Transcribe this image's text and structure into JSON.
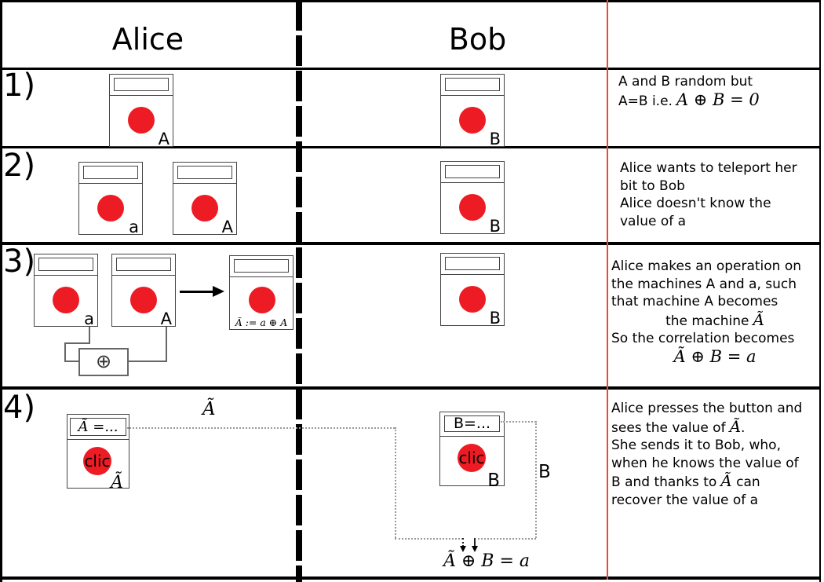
{
  "header": {
    "alice": "Alice",
    "bob": "Bob"
  },
  "rows": {
    "r1": {
      "num": "1)",
      "notes": {
        "line1": "A and B random but",
        "line2_text": "A=B i.e.",
        "line2_math": "A ⊕ B = 0"
      }
    },
    "r2": {
      "num": "2)",
      "notes": {
        "line1": "Alice wants to teleport her",
        "line2": "bit to Bob",
        "line3": "Alice doesn't know the",
        "line4": "value of a"
      }
    },
    "r3": {
      "num": "3)",
      "notes": {
        "line1": "Alice makes an operation on",
        "line2": "the machines A and a, such",
        "line3": "that machine A becomes",
        "line4_text": "the machine",
        "line4_math": "Ã",
        "line5": "So the correlation becomes",
        "line6_math": "Ã ⊕ B = a"
      }
    },
    "r4": {
      "num": "4)",
      "notes": {
        "line1": "Alice presses the button and",
        "line2_text": "sees the value of",
        "line2_math": "Ã",
        "line2_end": ".",
        "line3": "She sends it to Bob, who,",
        "line4": "when he knows the value of",
        "line5_text": "B and thanks to",
        "line5_math": "Ã",
        "line5_end": "can",
        "line6": "recover the value of a"
      }
    }
  },
  "machines": {
    "r1_alice": {
      "label": "A"
    },
    "r1_bob": {
      "label": "B"
    },
    "r2_alice_a": {
      "label": "a"
    },
    "r2_alice_A": {
      "label": "A"
    },
    "r2_bob": {
      "label": "B"
    },
    "r3_alice_a": {
      "label": "a"
    },
    "r3_alice_A": {
      "label": "A"
    },
    "r3_result": {
      "label": "Ã := a ⊕ A"
    },
    "r3_bob": {
      "label": "B"
    },
    "r4_alice": {
      "display": "Ã =...",
      "button": "clic",
      "label": "Ã"
    },
    "r4_bob": {
      "display": "B=...",
      "button": "clic",
      "label": "B"
    }
  },
  "operators": {
    "xor": "⊕"
  },
  "wires": {
    "a_tilde_label": "Ã",
    "b_label": "B",
    "result_math": "Ã ⊕ B = a"
  },
  "colors": {
    "button_red": "#ed1c24",
    "divider_red": "#f94040"
  }
}
